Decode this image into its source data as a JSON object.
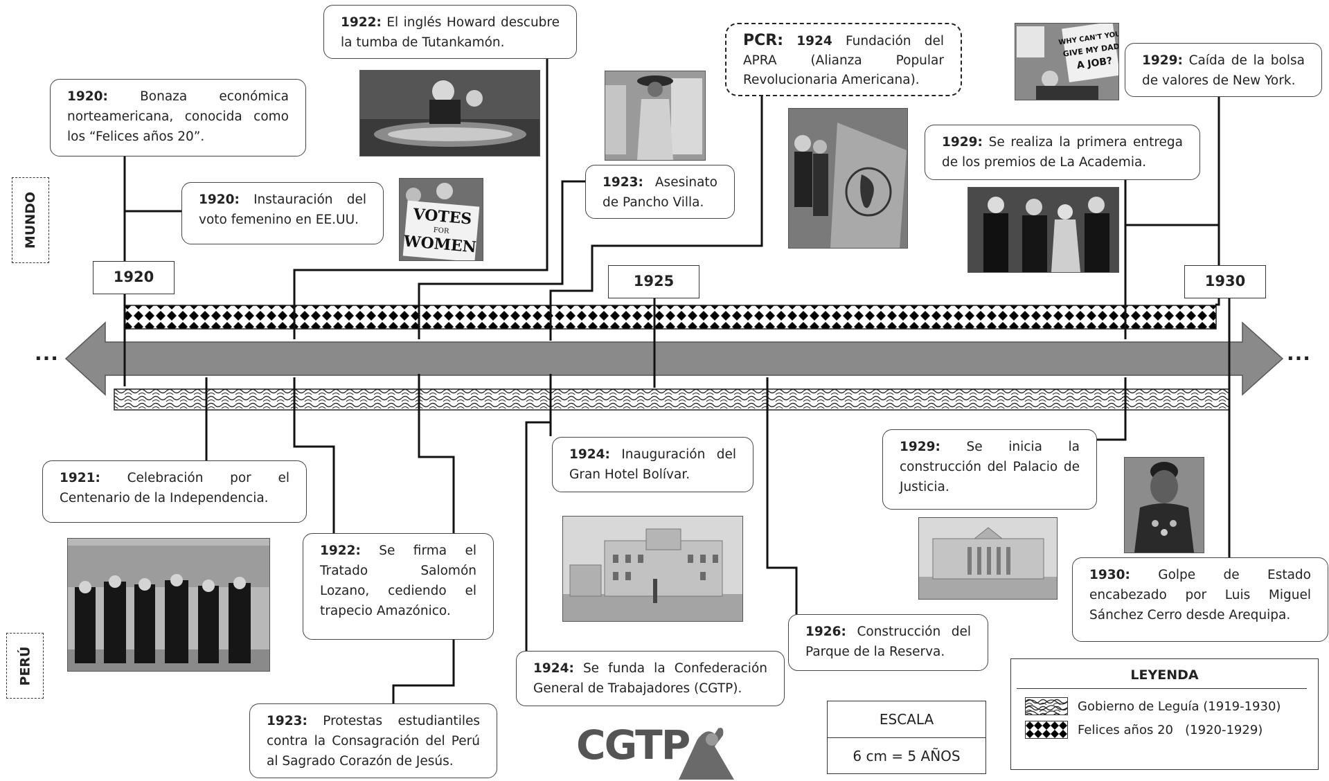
{
  "sections": {
    "mundo": "MUNDO",
    "peru": "PERÚ"
  },
  "ellipsis": "...",
  "years": {
    "y1920": "1920",
    "y1925": "1925",
    "y1930": "1930"
  },
  "world_events": [
    {
      "year": "1920:",
      "text": "Bonaza económica norteamericana, conocida como los “Felices años 20”."
    },
    {
      "year": "1920:",
      "text": "Instauración del voto femenino en EE.UU."
    },
    {
      "year": "1922:",
      "text": "El inglés Howard descubre la tumba de Tutankamón."
    },
    {
      "year": "1923:",
      "text": "Asesinato de Pancho Villa."
    },
    {
      "prefix": "PCR:",
      "year": "1924",
      "text": "Fundación del APRA (Alianza Popular Revolucionaria Americana)."
    },
    {
      "year": "1929:",
      "text": "Se realiza la primera entrega de los premios de La Academia."
    },
    {
      "year": "1929:",
      "text": "Caída de la bolsa de valores de New York."
    }
  ],
  "peru_events": [
    {
      "year": "1921:",
      "text": "Celebración por el Centenario de la Independencia."
    },
    {
      "year": "1922:",
      "text": "Se firma el Tratado Salomón Lozano, cediendo el trapecio Amazónico."
    },
    {
      "year": "1923:",
      "text": "Protestas estudiantiles contra la Consagración del Perú al Sagrado Corazón de Jesús."
    },
    {
      "year": "1924:",
      "text": "Inauguración del Gran Hotel Bolívar."
    },
    {
      "year": "1924:",
      "text": "Se funda la Confederación General de Trabajadores (CGTP)."
    },
    {
      "year": "1926:",
      "text": "Construcción del Parque de la Reserva."
    },
    {
      "year": "1929:",
      "text": "Se inicia la construcción del Palacio de Justicia."
    },
    {
      "year": "1930:",
      "text": "Golpe de Estado encabezado por Luis Miguel Sánchez Cerro desde Arequipa."
    }
  ],
  "photo_text": {
    "votes": [
      "VOTES",
      "FOR",
      "WOMEN"
    ],
    "sign": [
      "WHY CAN'T YOU",
      "GIVE MY DAD",
      "A JOB?"
    ]
  },
  "scale": {
    "title": "ESCALA",
    "value": "6 cm = 5 AÑOS"
  },
  "legend": {
    "title": "LEYENDA",
    "items": [
      {
        "label": "Gobierno de Leguía (1919-1930)"
      },
      {
        "label": "Felices años 20   (1920-1929)"
      }
    ]
  },
  "logo_text": "CGTP",
  "colors": {
    "arrow": "#8a8a8a",
    "line": "#111111"
  }
}
